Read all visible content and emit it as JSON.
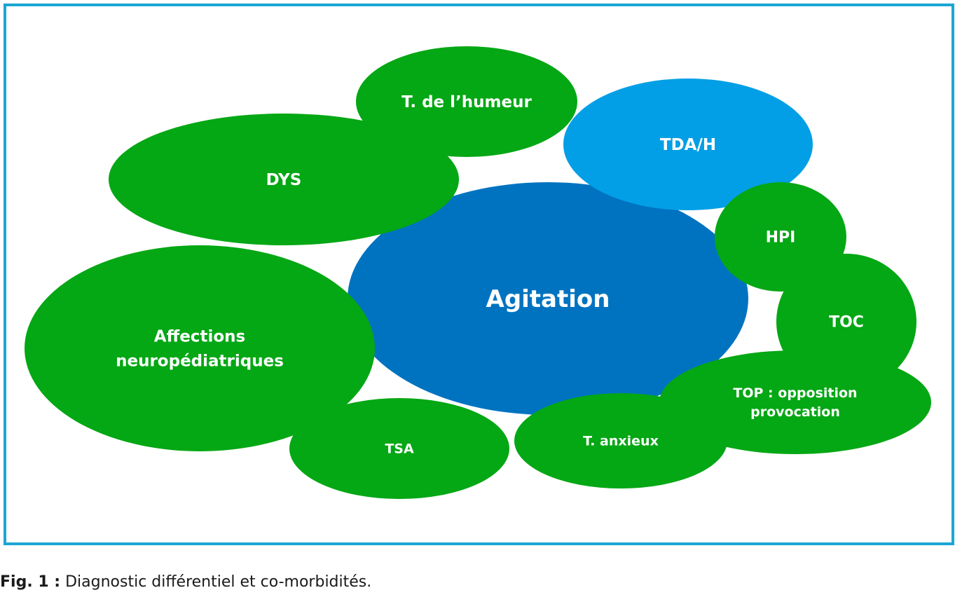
{
  "colors": {
    "frame": "#1aa6d3",
    "green": "#04a714",
    "center": "#0073c0",
    "light_blue": "#039fe6",
    "text": "#ffffff"
  },
  "nodes": [
    {
      "id": "humeur",
      "lines": [
        "T. de l’humeur"
      ],
      "color": "green"
    },
    {
      "id": "dys",
      "lines": [
        "DYS"
      ],
      "color": "green"
    },
    {
      "id": "agitation",
      "lines": [
        "Agitation"
      ],
      "color": "center"
    },
    {
      "id": "tdah",
      "lines": [
        "TDA/H"
      ],
      "color": "light_blue"
    },
    {
      "id": "affections",
      "lines": [
        "Affections",
        "neuropédiatriques"
      ],
      "color": "green"
    },
    {
      "id": "hpi",
      "lines": [
        "HPI"
      ],
      "color": "green"
    },
    {
      "id": "toc",
      "lines": [
        "TOC"
      ],
      "color": "green"
    },
    {
      "id": "top",
      "lines": [
        "TOP : opposition",
        "provocation"
      ],
      "color": "green"
    },
    {
      "id": "tsa",
      "lines": [
        "TSA"
      ],
      "color": "green"
    },
    {
      "id": "anxieux",
      "lines": [
        "T. anxieux"
      ],
      "color": "green"
    }
  ],
  "caption": {
    "prefix": "Fig. 1 :",
    "text": " Diagnostic différentiel et co-morbidités."
  }
}
